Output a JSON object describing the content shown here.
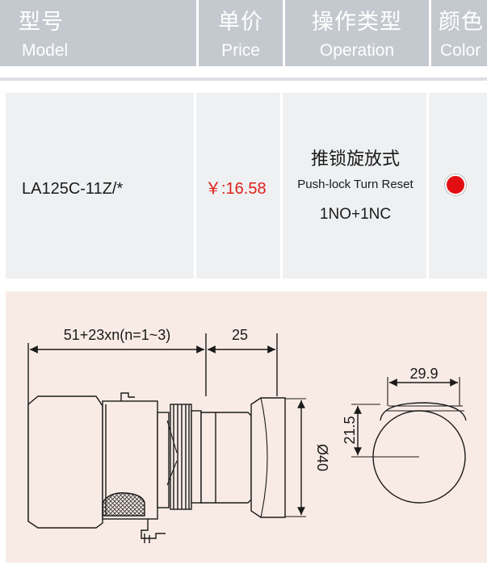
{
  "header": {
    "model_zh": "型号",
    "model_en": "Model",
    "price_zh": "单价",
    "price_en": "Price",
    "operation_zh": "操作类型",
    "operation_en": "Operation",
    "color_zh": "颜色",
    "color_en": "Color"
  },
  "product": {
    "model": "LA125C-11Z/*",
    "price": "￥:16.58",
    "operation_zh": "推锁旋放式",
    "operation_en": "Push-lock Turn Reset",
    "contacts": "1NO+1NC",
    "color": "#e20e12"
  },
  "drawing": {
    "length_dim": "51+23xn(n=1~3)",
    "head_dim": "25",
    "diameter_dim": "Ø40",
    "width_dim": "29.9",
    "height_dim": "21.5"
  },
  "colors": {
    "header_bg": "#c4c9cf",
    "row_bg": "#eef0f2",
    "drawing_bg": "#f8ebe5",
    "price": "#e0201a"
  }
}
